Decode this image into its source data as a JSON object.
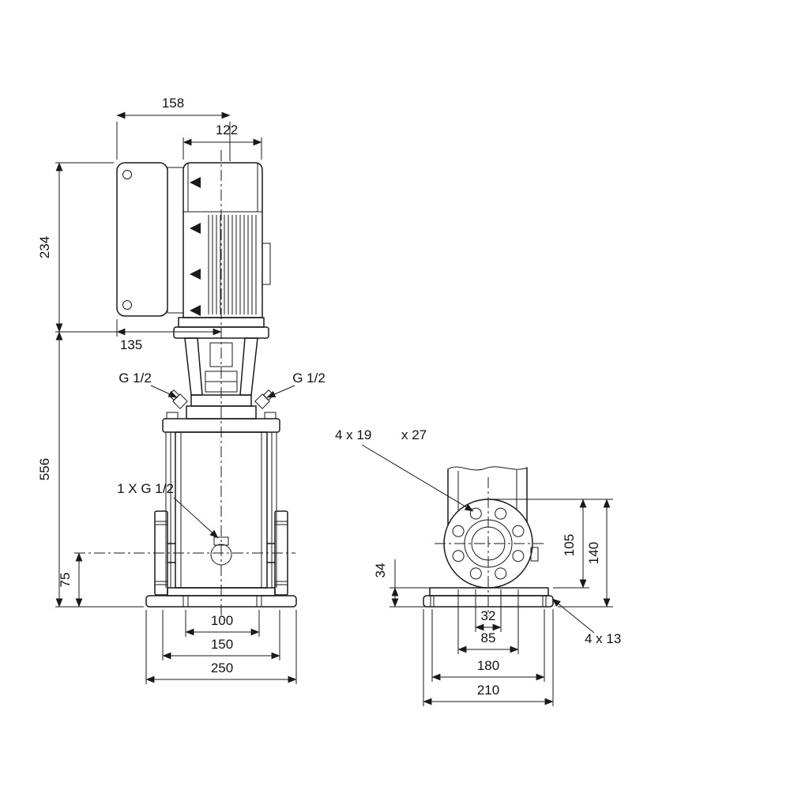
{
  "front": {
    "dim_158": "158",
    "dim_122": "122",
    "dim_234": "234",
    "dim_135": "135",
    "dim_556": "556",
    "dim_75": "75",
    "dim_100": "100",
    "dim_150": "150",
    "dim_250": "250",
    "port_left": "G 1/2",
    "port_right": "G 1/2",
    "drain": "1 X G 1/2"
  },
  "side": {
    "flange_note_count": "4 x 19",
    "flange_note_depth": "x 27",
    "dim_105": "105",
    "dim_140": "140",
    "dim_34": "34",
    "dim_32": "32",
    "dim_85": "85",
    "dim_180": "180",
    "dim_210": "210",
    "base_note": "4 x 13"
  },
  "colors": {
    "line": "#1a1a1a",
    "background": "#ffffff"
  }
}
